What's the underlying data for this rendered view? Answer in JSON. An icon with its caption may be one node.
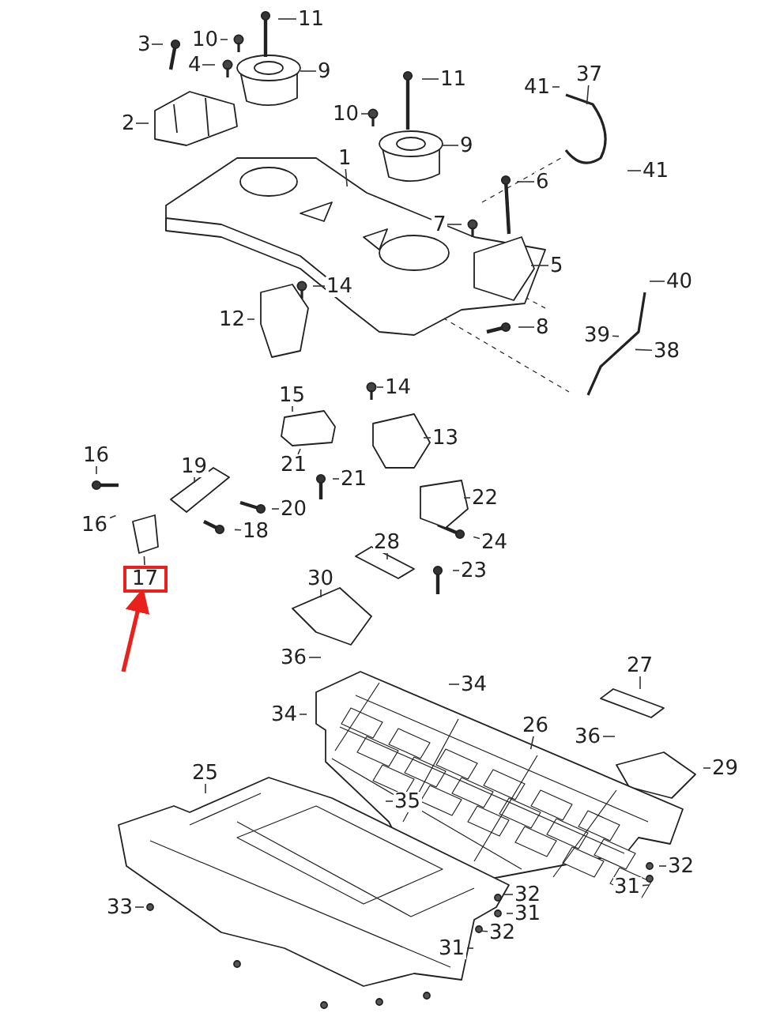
{
  "diagram": {
    "nodes": [
      {
        "text": [
          "11"
        ]
      },
      {
        "text": [
          "3"
        ]
      },
      {
        "text": [
          "10"
        ]
      },
      {
        "text": [
          "4"
        ]
      },
      {
        "text": [
          "9"
        ]
      },
      {
        "text": [
          "11"
        ]
      },
      {
        "text": [
          "41"
        ]
      },
      {
        "text": [
          "37"
        ]
      },
      {
        "text": [
          "2"
        ]
      },
      {
        "text": [
          "10"
        ]
      },
      {
        "text": [
          "9"
        ]
      },
      {
        "text": [
          "41"
        ]
      },
      {
        "text": [
          "1"
        ]
      },
      {
        "text": [
          "6"
        ]
      },
      {
        "text": [
          "7"
        ]
      },
      {
        "text": [
          "5"
        ]
      },
      {
        "text": [
          "40"
        ]
      },
      {
        "text": [
          "14"
        ]
      },
      {
        "text": [
          "12"
        ]
      },
      {
        "text": [
          "8"
        ]
      },
      {
        "text": [
          "39"
        ]
      },
      {
        "text": [
          "38"
        ]
      },
      {
        "text": [
          "14"
        ]
      },
      {
        "text": [
          "15"
        ]
      },
      {
        "text": [
          "13"
        ]
      },
      {
        "text": [
          "16"
        ]
      },
      {
        "text": [
          "19"
        ]
      },
      {
        "text": [
          "21"
        ]
      },
      {
        "text": [
          "21"
        ]
      },
      {
        "text": [
          "22"
        ]
      },
      {
        "text": [
          "20"
        ]
      },
      {
        "text": [
          "16"
        ]
      },
      {
        "text": [
          "18"
        ]
      },
      {
        "text": [
          "24"
        ]
      },
      {
        "text": [
          "17"
        ]
      },
      {
        "text": [
          "28"
        ]
      },
      {
        "text": [
          "23"
        ]
      },
      {
        "text": [
          "30"
        ]
      },
      {
        "text": [
          "36"
        ]
      },
      {
        "text": [
          "34"
        ]
      },
      {
        "text": [
          "27"
        ]
      },
      {
        "text": [
          "34"
        ]
      },
      {
        "text": [
          "26"
        ]
      },
      {
        "text": [
          "36"
        ]
      },
      {
        "text": [
          "29"
        ]
      },
      {
        "text": [
          "25"
        ]
      },
      {
        "text": [
          "35"
        ]
      },
      {
        "text": [
          "32"
        ]
      },
      {
        "text": [
          "31"
        ]
      },
      {
        "text": [
          "33"
        ]
      },
      {
        "text": [
          "32"
        ]
      },
      {
        "text": [
          "31"
        ]
      },
      {
        "text": [
          "32"
        ]
      },
      {
        "text": [
          "31"
        ]
      }
    ],
    "edges": [
      {
        "from": 0,
        "to": null,
        "arrow": "none"
      },
      {
        "from": 1,
        "to": null,
        "arrow": "none"
      },
      {
        "from": 2,
        "to": null,
        "arrow": "none"
      },
      {
        "from": 3,
        "to": null,
        "arrow": "none"
      },
      {
        "from": 4,
        "to": null,
        "arrow": "none"
      },
      {
        "from": 5,
        "to": null,
        "arrow": "none"
      },
      {
        "from": 6,
        "to": null,
        "arrow": "none"
      },
      {
        "from": 7,
        "to": null,
        "arrow": "none"
      },
      {
        "from": 8,
        "to": null,
        "arrow": "none"
      },
      {
        "from": 9,
        "to": null,
        "arrow": "none"
      },
      {
        "from": 10,
        "to": null,
        "arrow": "none"
      },
      {
        "from": 11,
        "to": null,
        "arrow": "none"
      },
      {
        "from": 12,
        "to": null,
        "arrow": "none"
      },
      {
        "from": 13,
        "to": null,
        "arrow": "none"
      },
      {
        "from": 14,
        "to": null,
        "arrow": "none"
      },
      {
        "from": 15,
        "to": null,
        "arrow": "none"
      },
      {
        "from": 16,
        "to": null,
        "arrow": "none"
      },
      {
        "from": 17,
        "to": null,
        "arrow": "none"
      },
      {
        "from": 18,
        "to": null,
        "arrow": "none"
      },
      {
        "from": 19,
        "to": null,
        "arrow": "none"
      },
      {
        "from": 20,
        "to": null,
        "arrow": "none"
      },
      {
        "from": 21,
        "to": null,
        "arrow": "none"
      },
      {
        "from": 22,
        "to": null,
        "arrow": "none"
      },
      {
        "from": 23,
        "to": null,
        "arrow": "none"
      },
      {
        "from": 24,
        "to": null,
        "arrow": "none"
      },
      {
        "from": 25,
        "to": null,
        "arrow": "none"
      },
      {
        "from": 26,
        "to": null,
        "arrow": "none"
      },
      {
        "from": 27,
        "to": null,
        "arrow": "none"
      },
      {
        "from": 28,
        "to": null,
        "arrow": "none"
      },
      {
        "from": 29,
        "to": null,
        "arrow": "none"
      },
      {
        "from": 30,
        "to": null,
        "arrow": "none"
      },
      {
        "from": 31,
        "to": null,
        "arrow": "none"
      },
      {
        "from": 32,
        "to": null,
        "arrow": "none"
      },
      {
        "from": 33,
        "to": null,
        "arrow": "none"
      },
      {
        "from": 34,
        "to": null,
        "arrow": "none"
      },
      {
        "from": 35,
        "to": null,
        "arrow": "none"
      },
      {
        "from": 36,
        "to": null,
        "arrow": "none"
      },
      {
        "from": 37,
        "to": null,
        "arrow": "none"
      },
      {
        "from": 38,
        "to": null,
        "arrow": "none"
      },
      {
        "from": 39,
        "to": null,
        "arrow": "none"
      },
      {
        "from": 40,
        "to": null,
        "arrow": "none"
      },
      {
        "from": 41,
        "to": null,
        "arrow": "none"
      },
      {
        "from": 42,
        "to": null,
        "arrow": "none"
      },
      {
        "from": 43,
        "to": null,
        "arrow": "none"
      },
      {
        "from": 44,
        "to": null,
        "arrow": "none"
      },
      {
        "from": 45,
        "to": null,
        "arrow": "none"
      },
      {
        "from": 46,
        "to": null,
        "arrow": "none"
      },
      {
        "from": 47,
        "to": null,
        "arrow": "none"
      },
      {
        "from": 48,
        "to": null,
        "arrow": "none"
      },
      {
        "from": 49,
        "to": null,
        "arrow": "none"
      },
      {
        "from": 50,
        "to": null,
        "arrow": "none"
      },
      {
        "from": 51,
        "to": null,
        "arrow": "none"
      },
      {
        "from": 52,
        "to": null,
        "arrow": "none"
      },
      {
        "from": 53,
        "to": null,
        "arrow": "none"
      },
      {
        "from": null,
        "to": 34,
        "arrow": "to",
        "style": "thick",
        "color": "#e8211d"
      }
    ]
  }
}
